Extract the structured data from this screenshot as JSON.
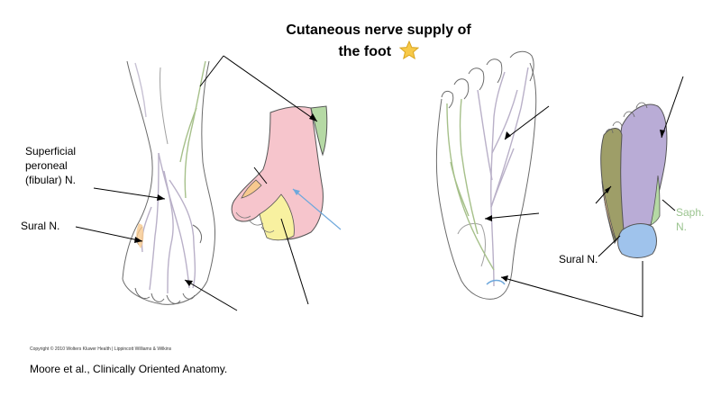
{
  "title_line1": "Cutaneous nerve supply of",
  "title_line2": "the foot",
  "labels": {
    "superficial_peroneal_line1": "Superficial",
    "superficial_peroneal_line2": "peroneal",
    "superficial_peroneal_line3": "(fibular) N.",
    "sural_left": "Sural N.",
    "sural_right": "Sural N.",
    "saph_line1": "Saph.",
    "saph_line2": "N."
  },
  "copyright": "Copyright © 2010 Wolters Kluwer Health | Lippincott Williams & Wilkins",
  "citation": "Moore et al., Clinically Oriented Anatomy.",
  "colors": {
    "star": "#f7c948",
    "saphenous_green": "#b5d9a4",
    "dorsal_pink": "#f6c5cc",
    "yellow_region": "#f8f1a0",
    "orange_region": "#f7c98f",
    "sural_olive": "#9e9e68",
    "medial_plantar_purple": "#b9acd6",
    "calcaneal_blue": "#9fc3ec",
    "nerve_gray": "#b9b0c8",
    "nerve_green": "#a6c08a",
    "pointer_blue": "#6ea8dc"
  }
}
